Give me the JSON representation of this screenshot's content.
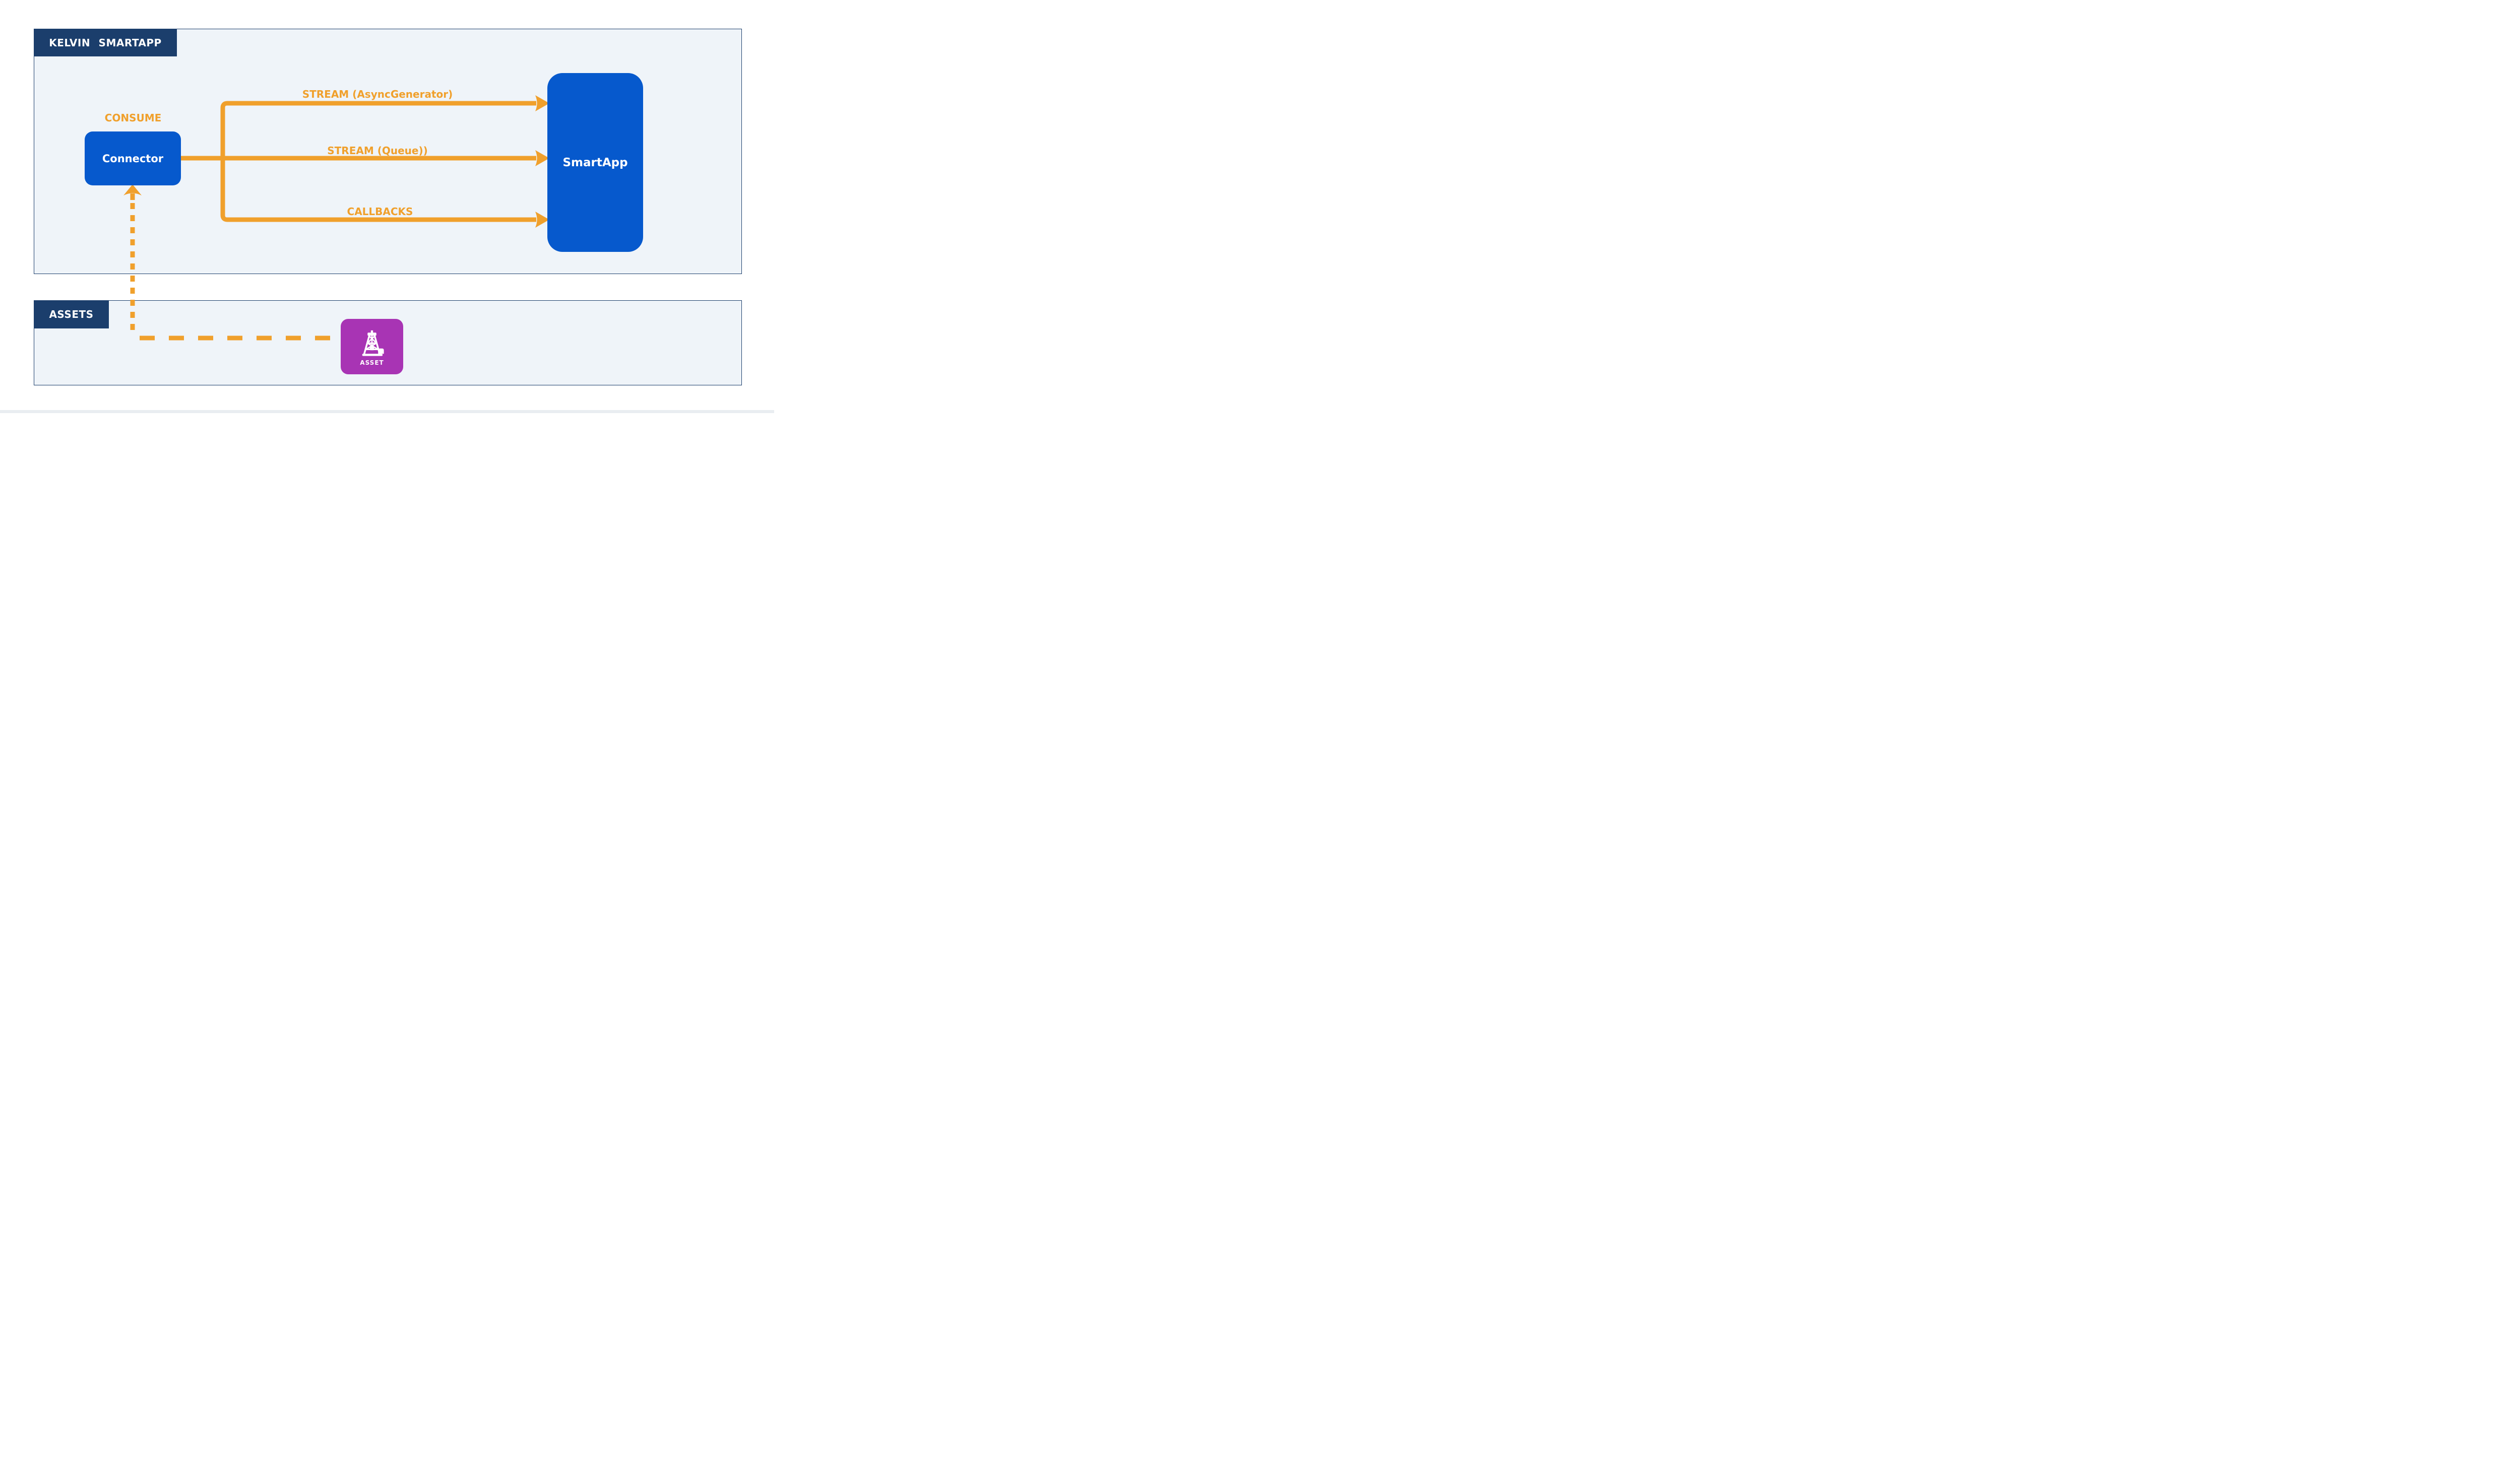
{
  "colors": {
    "navy": "#1B3E6C",
    "panel_fill": "#EFF4F9",
    "node_blue": "#0659CD",
    "accent_orange": "#F0A02C",
    "asset_purple": "#A834B4",
    "text_white": "#FFFFFF"
  },
  "kelvin_panel": {
    "title": "KELVIN SMARTAPP"
  },
  "assets_panel": {
    "title": "ASSETS"
  },
  "nodes": {
    "connector_label": "Connector",
    "smartapp_label": "SmartApp",
    "asset_label": "ASSET"
  },
  "edge_labels": {
    "consume": "CONSUME",
    "stream_async": "STREAM (AsyncGenerator)",
    "stream_queue": "STREAM (Queue))",
    "callbacks": "CALLBACKS"
  }
}
